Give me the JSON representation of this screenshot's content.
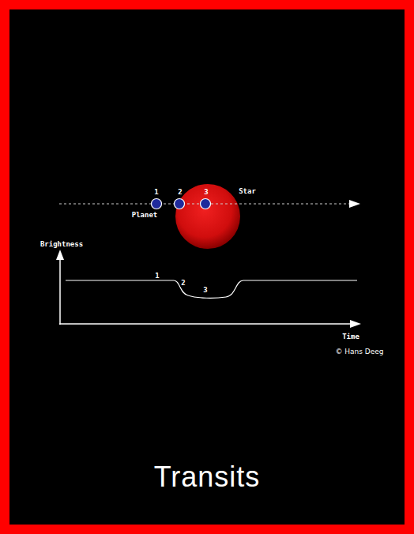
{
  "diagram": {
    "title": "Transits",
    "labels": [
      "1",
      "2",
      "3",
      "Star",
      "Planet",
      "Brightness",
      "Time",
      "© Hans Deeg",
      "1",
      "2",
      "3"
    ]
  }
}
